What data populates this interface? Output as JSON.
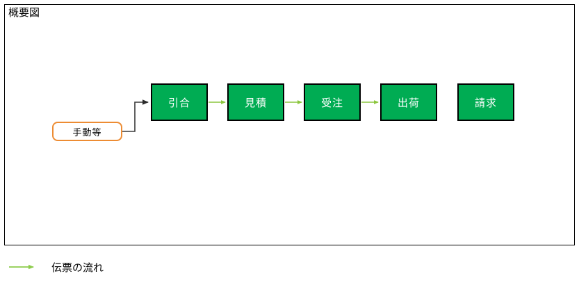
{
  "diagram": {
    "title": "概要図",
    "frame_border_color": "#000000",
    "background_color": "#ffffff"
  },
  "colors": {
    "process_fill": "#00AC53",
    "process_border": "#000000",
    "process_text": "#ffffff",
    "manual_border": "#ED8C33",
    "manual_fill": "#ffffff",
    "manual_text": "#000000",
    "flow_arrow": "#8CC63E",
    "trigger_connector": "#3A3A3A",
    "legend_arrow": "#8DCC4C"
  },
  "nodes": {
    "trigger": {
      "label": "手動等",
      "shape": "rounded-rectangle"
    },
    "process": [
      {
        "id": "inquiry",
        "label": "引合"
      },
      {
        "id": "quotation",
        "label": "見積"
      },
      {
        "id": "order",
        "label": "受注"
      },
      {
        "id": "shipment",
        "label": "出荷"
      },
      {
        "id": "billing",
        "label": "請求"
      }
    ]
  },
  "legend": {
    "arrow_icon": "flow-arrow-icon",
    "label": "伝票の流れ"
  }
}
